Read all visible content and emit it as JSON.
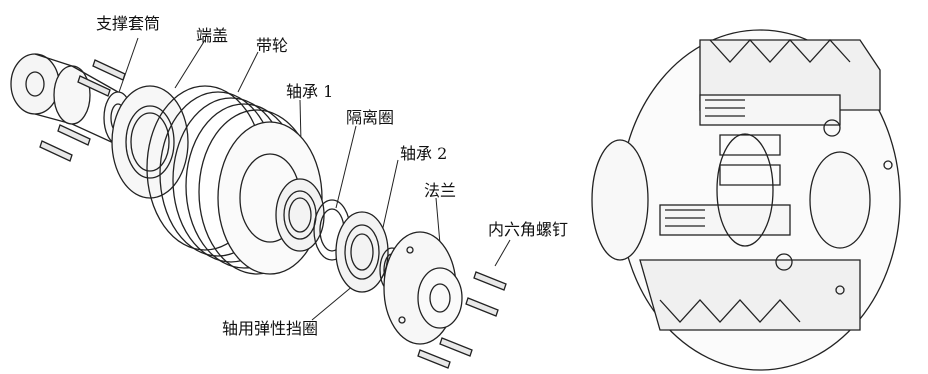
{
  "labels": {
    "support_sleeve": "支撑套筒",
    "end_cap": "端盖",
    "pulley": "带轮",
    "bearing1": "轴承 1",
    "spacer_ring": "隔离圈",
    "bearing2": "轴承 2",
    "flange": "法兰",
    "hex_screw": "内六角螺钉",
    "circlip": "轴用弹性挡圈"
  }
}
